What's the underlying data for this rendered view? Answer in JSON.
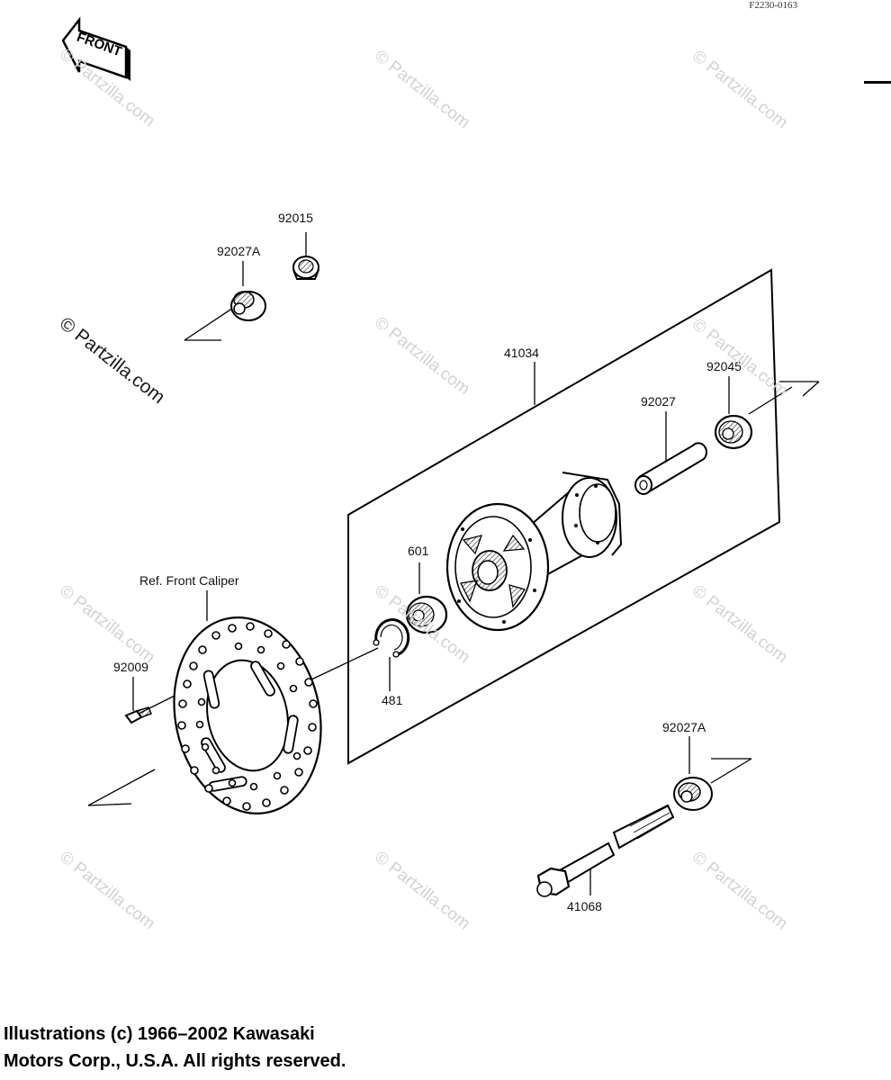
{
  "diagram_code": "F2230-0163",
  "front_badge": "FRONT",
  "watermark": "© Partzilla.com",
  "parts": {
    "p92015": "92015",
    "p92027A_top": "92027A",
    "p41034": "41034",
    "p92045": "92045",
    "p92027": "92027",
    "p601": "601",
    "p481": "481",
    "ref_caliper": "Ref. Front Caliper",
    "p92009": "92009",
    "p92027A_bottom": "92027A",
    "p41068": "41068"
  },
  "copyright": {
    "line1": "Illustrations (c) 1966–2002 Kawasaki",
    "line2": "Motors Corp., U.S.A.  All rights reserved."
  }
}
